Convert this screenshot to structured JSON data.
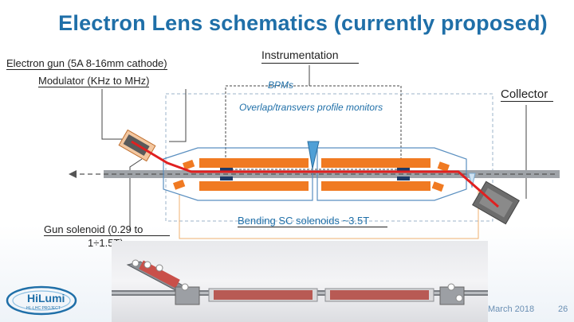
{
  "title": "Electron Lens schematics (currently proposed)",
  "labels": {
    "electron_gun_line1": "Electron gun (5A 8-16mm cathode)",
    "electron_gun_line2": "Modulator (KHz to MHz)",
    "instrumentation": "Instrumentation",
    "bpms": "BPMs",
    "overlap_monitors": "Overlap/transvers profile monitors",
    "collector": "Collector",
    "gun_solenoid_line1": "Gun solenoid (0.29 to",
    "gun_solenoid_line2": "1÷1.5T)",
    "bending_solenoids": "Bending SC solenoids ~3.5T"
  },
  "footer": {
    "date": "March 2018",
    "page": "26",
    "logo_text_main": "HiLumi",
    "logo_text_sub": "HL-LHC PROJECT"
  },
  "colors": {
    "title_blue": "#1f6fa8",
    "beam_red": "#e02020",
    "solenoid_orange": "#f07a22",
    "bpm_navy": "#1e3a66",
    "cryostat_blue": "#5a8fc0"
  }
}
